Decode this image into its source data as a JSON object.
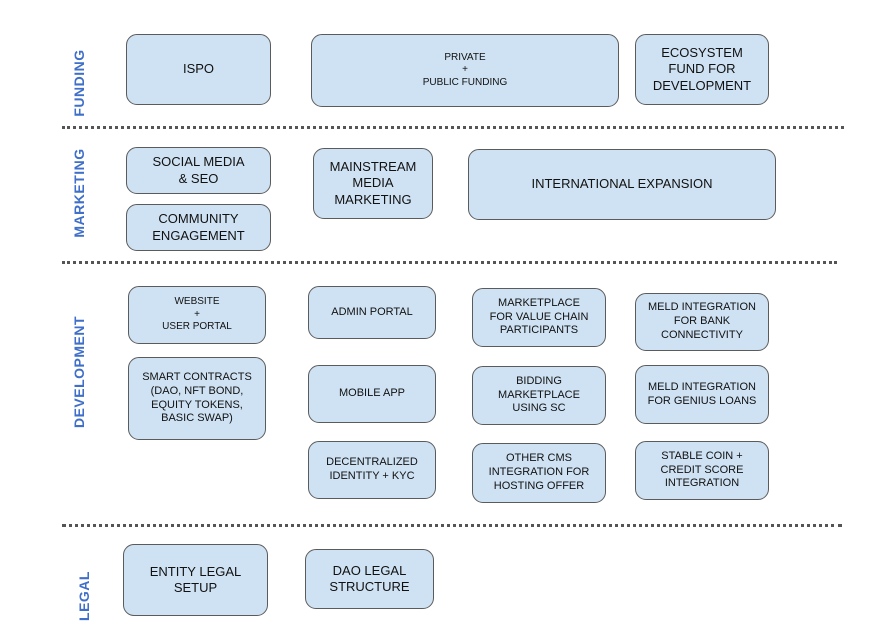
{
  "sections": {
    "funding": "FUNDING",
    "marketing": "MARKETING",
    "development": "DEVELOPMENT",
    "legal": "LEGAL"
  },
  "funding": {
    "ispo": "ISPO",
    "private_public": "PRIVATE\n+\nPUBLIC FUNDING",
    "ecosystem_fund": "ECOSYSTEM\nFUND FOR\nDEVELOPMENT"
  },
  "marketing": {
    "social_media": "SOCIAL MEDIA\n& SEO",
    "community": "COMMUNITY\nENGAGEMENT",
    "mainstream": "MAINSTREAM\nMEDIA\nMARKETING",
    "international": "INTERNATIONAL EXPANSION"
  },
  "development": {
    "website": "WEBSITE\n+\nUSER PORTAL",
    "smart_contracts": "SMART CONTRACTS\n(DAO, NFT BOND,\nEQUITY TOKENS,\nBASIC SWAP)",
    "admin_portal": "ADMIN PORTAL",
    "mobile_app": "MOBILE APP",
    "decentralized_identity": "DECENTRALIZED\nIDENTITY + KYC",
    "marketplace": "MARKETPLACE\nFOR VALUE CHAIN\nPARTICIPANTS",
    "bidding": "BIDDING\nMARKETPLACE\nUSING SC",
    "other_cms": "OTHER CMS\nINTEGRATION FOR\nHOSTING OFFER",
    "meld_bank": "MELD INTEGRATION\nFOR BANK\nCONNECTIVITY",
    "meld_genius": "MELD INTEGRATION\nFOR GENIUS LOANS",
    "stable_coin": "STABLE COIN +\nCREDIT SCORE\nINTEGRATION"
  },
  "legal": {
    "entity_setup": "ENTITY LEGAL\nSETUP",
    "dao_structure": "DAO LEGAL\nSTRUCTURE"
  },
  "colors": {
    "box_fill": "#cfe2f3",
    "box_border": "#5b5b5b",
    "section_label": "#3f6fc9"
  }
}
